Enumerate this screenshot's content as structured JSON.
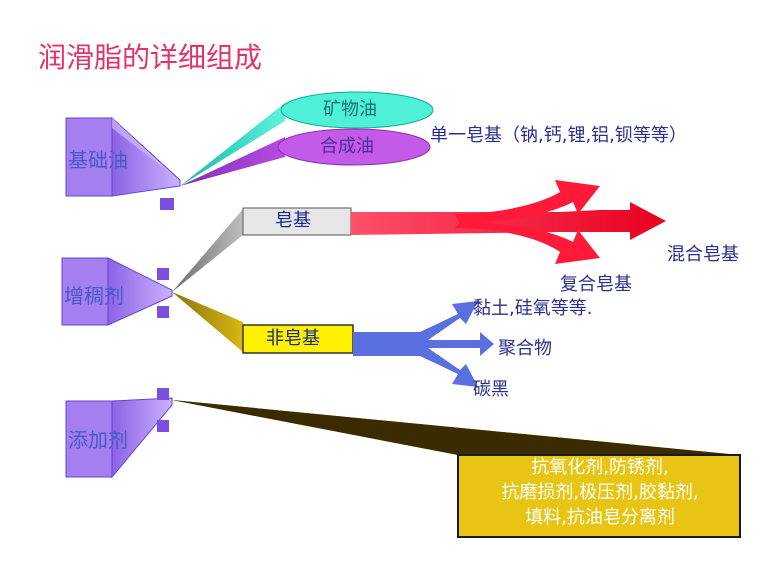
{
  "title": "润滑脂的详细组成",
  "components": {
    "base_oil": "基础油",
    "thickener": "增稠剂",
    "additive": "添加剂"
  },
  "base_oil_types": {
    "mineral": "矿物油",
    "synthetic": "合成油"
  },
  "thickener_types": {
    "soap": "皂基",
    "non_soap": "非皂基"
  },
  "soap_types": {
    "single": "单一皂基（钠,钙,锂,铝,钡等等）",
    "mixed": "混合皂基",
    "complex": "复合皂基"
  },
  "non_soap_types": {
    "clay": "黏土,硅氧等等.",
    "polymer": "聚合物",
    "carbon_black": "碳黑"
  },
  "additive_list": {
    "line1": "抗氧化剂,防锈剂,",
    "line2": "抗磨损剂,极压剂,胶黏剂,",
    "line3": "填料,抗油皂分离剂"
  },
  "colors": {
    "title": "#e2336a",
    "block_purple": "#b48ff5",
    "block_edge": "#7a4fd6",
    "mineral_ellipse": "#4ef0d8",
    "synthetic_ellipse": "#c45ae8",
    "soap_arrow": "#ff1a3a",
    "non_soap_arrow": "#5a6fe0",
    "additive_gold": "#e8c414",
    "label_blue": "#3b46b8"
  }
}
